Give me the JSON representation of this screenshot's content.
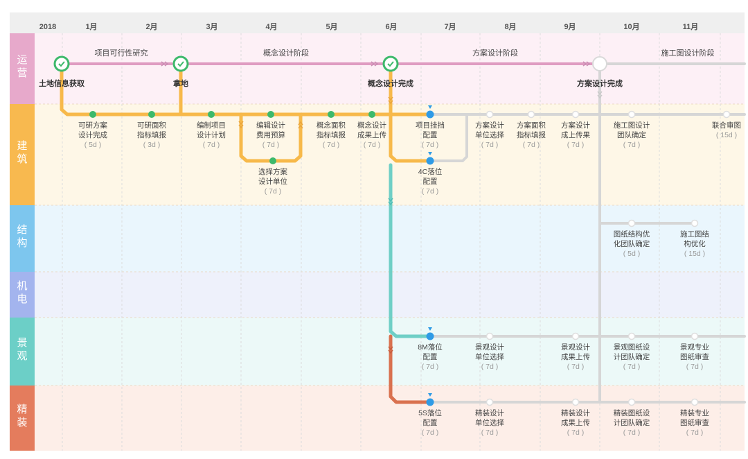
{
  "header": {
    "year": "2018",
    "months": [
      "1月",
      "2月",
      "3月",
      "4月",
      "5月",
      "6月",
      "7月",
      "8月",
      "9月",
      "10月",
      "11月"
    ]
  },
  "lanes": [
    {
      "id": "ops",
      "label": "运营",
      "color": "#e7a9cb",
      "bg": "#fdf0f6"
    },
    {
      "id": "arch",
      "label": "建筑",
      "color": "#f8b94f",
      "bg": "#fef7e7"
    },
    {
      "id": "struct",
      "label": "结构",
      "color": "#7dc6ee",
      "bg": "#eaf6fd"
    },
    {
      "id": "mep",
      "label": "机电",
      "color": "#a3b4ee",
      "bg": "#eef1fb"
    },
    {
      "id": "land",
      "label": "景观",
      "color": "#6ccfc7",
      "bg": "#ecf9f8"
    },
    {
      "id": "fit",
      "label": "精装",
      "color": "#e47c5d",
      "bg": "#fdeee8"
    }
  ],
  "phases": [
    {
      "label": "项目可行性研究"
    },
    {
      "label": "概念设计阶段"
    },
    {
      "label": "方案设计阶段"
    },
    {
      "label": "施工图设计阶段"
    }
  ],
  "milestones": [
    {
      "label": "土地信息获取"
    },
    {
      "label": "拿地"
    },
    {
      "label": "概念设计完成"
    },
    {
      "label": "方案设计完成"
    }
  ],
  "tasks": [
    {
      "lane": "arch",
      "lines": [
        "可研方案",
        "设计完成"
      ],
      "dur": "( 5d )",
      "state": "done"
    },
    {
      "lane": "arch",
      "lines": [
        "可研面积",
        "指标填报"
      ],
      "dur": "( 3d )",
      "state": "done"
    },
    {
      "lane": "arch",
      "lines": [
        "编制项目",
        "设计计划"
      ],
      "dur": "( 7d )",
      "state": "done"
    },
    {
      "lane": "arch",
      "lines": [
        "编辑设计",
        "费用预算"
      ],
      "dur": "( 7d )",
      "state": "done"
    },
    {
      "lane": "arch",
      "lines": [
        "选择方案",
        "设计单位"
      ],
      "dur": "( 7d )",
      "state": "done"
    },
    {
      "lane": "arch",
      "lines": [
        "概念面积",
        "指标填报"
      ],
      "dur": "( 7d )",
      "state": "done"
    },
    {
      "lane": "arch",
      "lines": [
        "概念设计",
        "成果上传"
      ],
      "dur": "( 7d )",
      "state": "done"
    },
    {
      "lane": "arch",
      "lines": [
        "项目挂挡",
        "配置"
      ],
      "dur": "( 7d )",
      "state": "current"
    },
    {
      "lane": "arch",
      "lines": [
        "4C落位",
        "配置"
      ],
      "dur": "( 7d )",
      "state": "current"
    },
    {
      "lane": "arch",
      "lines": [
        "方案设计",
        "单位选择"
      ],
      "dur": "( 7d )",
      "state": "todo"
    },
    {
      "lane": "arch",
      "lines": [
        "方案面积",
        "指标填报"
      ],
      "dur": "( 7d )",
      "state": "todo"
    },
    {
      "lane": "arch",
      "lines": [
        "方案设计",
        "成上传果"
      ],
      "dur": "( 7d )",
      "state": "todo"
    },
    {
      "lane": "arch",
      "lines": [
        "施工图设计",
        "团队确定"
      ],
      "dur": "( 7d )",
      "state": "todo"
    },
    {
      "lane": "arch",
      "lines": [
        "联合审图"
      ],
      "dur": "( 15d )",
      "state": "todo"
    },
    {
      "lane": "struct",
      "lines": [
        "图纸结构优",
        "化团队确定"
      ],
      "dur": "( 5d )",
      "state": "todo"
    },
    {
      "lane": "struct",
      "lines": [
        "施工图结",
        "构优化"
      ],
      "dur": "( 15d )",
      "state": "todo"
    },
    {
      "lane": "land",
      "lines": [
        "8M落位",
        "配置"
      ],
      "dur": "( 7d )",
      "state": "current"
    },
    {
      "lane": "land",
      "lines": [
        "景观设计",
        "单位选择"
      ],
      "dur": "( 7d )",
      "state": "todo"
    },
    {
      "lane": "land",
      "lines": [
        "景观设计",
        "成果上传"
      ],
      "dur": "( 7d )",
      "state": "todo"
    },
    {
      "lane": "land",
      "lines": [
        "景观图纸设",
        "计团队确定"
      ],
      "dur": "( 7d )",
      "state": "todo"
    },
    {
      "lane": "land",
      "lines": [
        "景观专业",
        "图纸审查"
      ],
      "dur": "( 7d )",
      "state": "todo"
    },
    {
      "lane": "fit",
      "lines": [
        "5S落位",
        "配置"
      ],
      "dur": "( 7d )",
      "state": "current"
    },
    {
      "lane": "fit",
      "lines": [
        "精装设计",
        "单位选择"
      ],
      "dur": "( 7d )",
      "state": "todo"
    },
    {
      "lane": "fit",
      "lines": [
        "精装设计",
        "成果上传"
      ],
      "dur": "( 7d )",
      "state": "todo"
    },
    {
      "lane": "fit",
      "lines": [
        "精装图纸设",
        "计团队确定"
      ],
      "dur": "( 7d )",
      "state": "todo"
    },
    {
      "lane": "fit",
      "lines": [
        "精装专业",
        "图纸审查"
      ],
      "dur": "( 7d )",
      "state": "todo"
    }
  ],
  "colors": {
    "ops_line": "#df9cc1",
    "arch_line": "#f7b94a",
    "land_line": "#6fcfc6",
    "fit_line": "#d9714f",
    "todo_line": "#d6d6d6",
    "done_node": "#3db96b",
    "current_node": "#2f9be6",
    "text": "#444444",
    "muted": "#9a9a9a",
    "header_bg": "#efefef"
  }
}
